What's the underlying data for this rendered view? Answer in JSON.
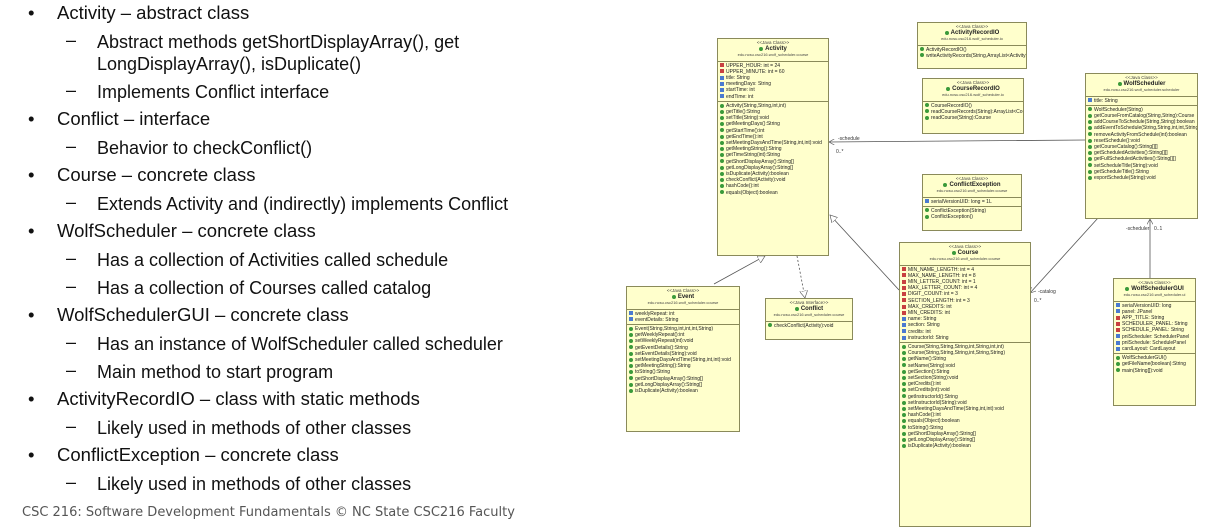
{
  "bullets": [
    {
      "text": "Activity – abstract class",
      "subs": [
        "Abstract methods getShortDisplayArray(), get",
        "LongDisplayArray(), isDuplicate()",
        "Implements Conflict interface"
      ]
    },
    {
      "text": "Conflict – interface",
      "subs": [
        "Behavior to checkConflict()"
      ]
    },
    {
      "text": "Course – concrete class",
      "subs": [
        "Extends Activity and (indirectly) implements Conflict"
      ]
    },
    {
      "text": "WolfScheduler – concrete class",
      "subs": [
        "Has a collection of Activities called schedule",
        "Has a collection of Courses called catalog"
      ]
    },
    {
      "text": "WolfSchedulerGUI – concrete class",
      "subs": [
        "Has an instance of WolfScheduler called scheduler",
        "Main method to start program"
      ]
    },
    {
      "text": "ActivityRecordIO – class with static methods",
      "subs": [
        "Likely used in methods of other classes"
      ]
    },
    {
      "text": "ConflictException – concrete class",
      "subs": [
        "Likely used in methods of other classes"
      ]
    }
  ],
  "footer": "CSC 216: Software Development Fundamentals © NC State CSC216 Faculty",
  "uml": {
    "activity": {
      "stereotype": "<<Java Class>>",
      "name": "Activity",
      "package": "edu.ncsu.csc216.wolf_scheduler.course",
      "fields": [
        "UPPER_HOUR: int = 24",
        "UPPER_MINUTE: int = 60",
        "title: String",
        "meetingDays: String",
        "startTime: int",
        "endTime: int"
      ],
      "methods": [
        "Activity(String,String,int,int)",
        "getTitle():String",
        "setTitle(String):void",
        "getMeetingDays():String",
        "getStartTime():int",
        "getEndTime():int",
        "setMeetingDaysAndTime(String,int,int):void",
        "getMeetingString():String",
        "getTimeString(int):String",
        "getShortDisplayArray():String[]",
        "getLongDisplayArray():String[]",
        "isDuplicate(Activity):boolean",
        "checkConflict(Activity):void",
        "hashCode():int",
        "equals(Object):boolean"
      ]
    },
    "activityRecordIO": {
      "stereotype": "<<Java Class>>",
      "name": "ActivityRecordIO",
      "package": "edu.ncsu.csc216.wolf_scheduler.io",
      "methods": [
        "ActivityRecordIO()",
        "writeActivityRecords(String,ArrayList<Activity>):void"
      ]
    },
    "courseRecordIO": {
      "stereotype": "<<Java Class>>",
      "name": "CourseRecordIO",
      "package": "edu.ncsu.csc216.wolf_scheduler.io",
      "methods": [
        "CourseRecordIO()",
        "readCourseRecords(String):ArrayList<Course>",
        "readCourse(String):Course"
      ]
    },
    "wolfScheduler": {
      "stereotype": "<<Java Class>>",
      "name": "WolfScheduler",
      "package": "edu.ncsu.csc216.wolf_scheduler.scheduler",
      "fields": [
        "title: String"
      ],
      "methods": [
        "WolfScheduler(String)",
        "getCourseFromCatalog(String,String):Course",
        "addCourseToSchedule(String,String):boolean",
        "addEventToSchedule(String,String,int,int,String):void",
        "removeActivityFromSchedule(int):boolean",
        "resetSchedule():void",
        "getCourseCatalog():String[][]",
        "getScheduledActivities():String[][]",
        "getFullScheduledActivities():String[][]",
        "setScheduleTitle(String):void",
        "getScheduleTitle():String",
        "exportSchedule(String):void"
      ]
    },
    "conflictException": {
      "stereotype": "<<Java Class>>",
      "name": "ConflictException",
      "package": "edu.ncsu.csc216.wolf_scheduler.course",
      "fields": [
        "serialVersionUID: long = 1L"
      ],
      "methods": [
        "ConflictException(String)",
        "ConflictException()"
      ]
    },
    "course": {
      "stereotype": "<<Java Class>>",
      "name": "Course",
      "package": "edu.ncsu.csc216.wolf_scheduler.course",
      "fields": [
        "MIN_NAME_LENGTH: int = 4",
        "MAX_NAME_LENGTH: int = 8",
        "MIN_LETTER_COUNT: int = 1",
        "MAX_LETTER_COUNT: int = 4",
        "DIGIT_COUNT: int = 3",
        "SECTION_LENGTH: int = 3",
        "MAX_CREDITS: int",
        "MIN_CREDITS: int",
        "name: String",
        "section: String",
        "credits: int",
        "instructorId: String"
      ],
      "methods": [
        "Course(String,String,String,int,String,int,int)",
        "Course(String,String,String,int,String,String)",
        "getName():String",
        "setName(String):void",
        "getSection():String",
        "setSection(String):void",
        "getCredits():int",
        "setCredits(int):void",
        "getInstructorId():String",
        "setInstructorId(String):void",
        "setMeetingDaysAndTime(String,int,int):void",
        "hashCode():int",
        "equals(Object):boolean",
        "toString():String",
        "getShortDisplayArray():String[]",
        "getLongDisplayArray():String[]",
        "isDuplicate(Activity):boolean"
      ]
    },
    "event": {
      "stereotype": "<<Java Class>>",
      "name": "Event",
      "package": "edu.ncsu.csc216.wolf_scheduler.course",
      "fields": [
        "weeklyRepeat: int",
        "eventDetails: String"
      ],
      "methods": [
        "Event(String,String,int,int,int,String)",
        "getWeeklyRepeat():int",
        "setWeeklyRepeat(int):void",
        "getEventDetails():String",
        "setEventDetails(String):void",
        "setMeetingDaysAndTime(String,int,int):void",
        "getMeetingString():String",
        "toString():String",
        "getShortDisplayArray():String[]",
        "getLongDisplayArray():String[]",
        "isDuplicate(Activity):boolean"
      ]
    },
    "conflict": {
      "stereotype": "<<Java Interface>>",
      "name": "Conflict",
      "package": "edu.ncsu.csc216.wolf_scheduler.course",
      "methods": [
        "checkConflict(Activity):void"
      ]
    },
    "wolfSchedulerGUI": {
      "stereotype": "<<Java Class>>",
      "name": "WolfSchedulerGUI",
      "package": "edu.ncsu.csc216.wolf_scheduler.ui",
      "fields": [
        "serialVersionUID: long",
        "panel: JPanel",
        "APP_TITLE: String",
        "SCHEDULER_PANEL: String",
        "SCHEDULE_PANEL: String",
        "pnlScheduler: SchedulerPanel",
        "pnlSchedule: SchedulePanel",
        "cardLayout: CardLayout"
      ],
      "methods": [
        "WolfSchedulerGUI()",
        "getFileName(boolean):String",
        "main(String[]):void"
      ]
    },
    "assoc_labels": {
      "schedule": "-schedule",
      "schedule_mult": "0..*",
      "catalog": "-catalog",
      "catalog_mult": "0..*",
      "scheduler": "-scheduler",
      "scheduler_mult": "0..1"
    },
    "colors": {
      "box_fill": "#ffffcc",
      "box_border": "#8a8a5a",
      "line": "#555555"
    }
  }
}
